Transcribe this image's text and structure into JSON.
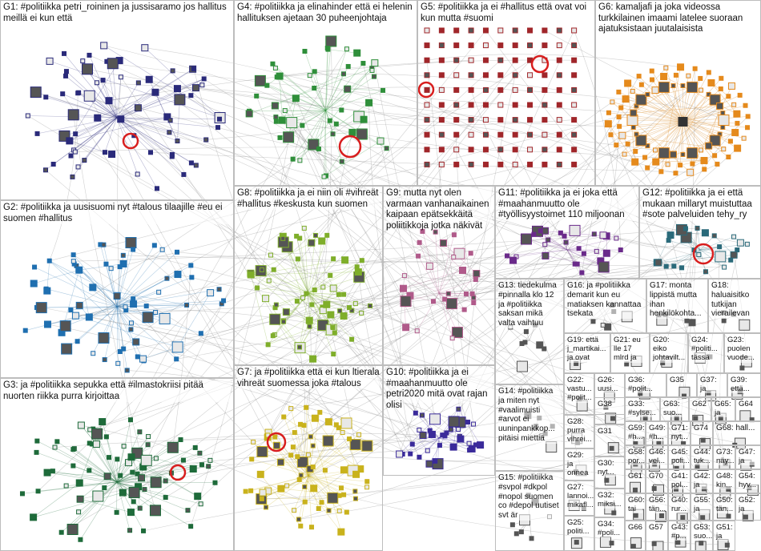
{
  "groups": [
    {
      "id": "G1",
      "label": "G1: #politiikka petri_roininen ja jussisaramo jos hallitus meillä ei kun että"
    },
    {
      "id": "G2",
      "label": "G2: #politiikka ja uusisuomi nyt #talous tilaajille #eu ei suomen #hallitus"
    },
    {
      "id": "G3",
      "label": "G3: ja #politiikka sepukka että #ilmastokriisi pitää nuorten riikka purra kirjoittaa"
    },
    {
      "id": "G4",
      "label": "G4: #politiikka ja elinahinder että ei helenin hallituksen ajetaan 30 puheenjohtaja"
    },
    {
      "id": "G5",
      "label": "G5: #politiikka ja ei #hallitus että ovat voi kun mutta #suomi"
    },
    {
      "id": "G6",
      "label": "G6: kamaljafi ja joka videossa turkkilainen imaami latelee suoraan ajatuksistaan juutalaisista"
    },
    {
      "id": "G7",
      "label": "G7: ja #politiikka että ei kun ltierala vihreät suomessa joka #talous"
    },
    {
      "id": "G8",
      "label": "G8: #politiikka ja ei niin oli #vihreät #hallitus #keskusta kun suomen"
    },
    {
      "id": "G9",
      "label": "G9: mutta nyt olen varmaan vanhanaikainen kaipaan epätsekkäitä poliitikkoja jotka näkivät"
    },
    {
      "id": "G10",
      "label": "G10: #politiikka ja ei #maahanmuutto ole petri2020 mitä ovat rajan olisi"
    },
    {
      "id": "G11",
      "label": "G11: #politiikka ja ei joka että #maahanmuutto ole #työllisyystoimet 110 miljoonan"
    },
    {
      "id": "G12",
      "label": "G12: #politiikka ja ei että mukaan millaryt muistuttaa #sote palveluiden tehy_ry"
    },
    {
      "id": "G13",
      "label": "G13: tiedekulma #pinnalla klo 12 ja #politiikka saksan mikä valta vaihtuu"
    },
    {
      "id": "G14",
      "label": "G14: #politiikka ja miten nyt #vaalimuisti #arvot ei uuninpankkop... pitäisi miettiä"
    },
    {
      "id": "G15",
      "label": "G15: #politiikka #svpol #dkpol #nopol suomen co #depol uutiset svt är"
    },
    {
      "id": "G16",
      "label": "G16: ja #politiikka demarit kun eu matiaksen kannattaa tsekata"
    },
    {
      "id": "G17",
      "label": "G17: monta lippistä mutta ihan henkilökohta..."
    },
    {
      "id": "G18",
      "label": "G18: haluaisitko tutkijan vierailevan"
    },
    {
      "id": "G19",
      "label": "G19: että j_martikai... ja ovat"
    },
    {
      "id": "G20",
      "label": "G20: eiko johtavilt..."
    },
    {
      "id": "G21",
      "label": "G21: eu lle 17 mlrd ja"
    },
    {
      "id": "G22",
      "label": "G22: vastu... #polit..."
    },
    {
      "id": "G23",
      "label": "G23: puolen vuode..."
    },
    {
      "id": "G24",
      "label": "G24: #politi... tässä"
    },
    {
      "id": "G25",
      "label": "G25: politi..."
    },
    {
      "id": "G26",
      "label": "G26: uusi..."
    },
    {
      "id": "G27",
      "label": "G27: lannoi... mikafl..."
    },
    {
      "id": "G28",
      "label": "G28: purra vihrei..."
    },
    {
      "id": "G29",
      "label": "G29: ja onnea"
    },
    {
      "id": "G30",
      "label": "G30: nyt..."
    },
    {
      "id": "G31",
      "label": "G31"
    },
    {
      "id": "G32",
      "label": "G32: miksi..."
    },
    {
      "id": "G33",
      "label": "G33: #sylse..."
    },
    {
      "id": "G34",
      "label": "G34: #poli..."
    },
    {
      "id": "G35",
      "label": "G35"
    },
    {
      "id": "G36",
      "label": "G36: #polit..."
    },
    {
      "id": "G37",
      "label": "G37: ja"
    },
    {
      "id": "G38",
      "label": "G38"
    },
    {
      "id": "G39",
      "label": "G39: että..."
    },
    {
      "id": "G40",
      "label": "G40: rur..."
    },
    {
      "id": "G41",
      "label": "G41: pol..."
    },
    {
      "id": "G42",
      "label": "G42: ja"
    },
    {
      "id": "G43",
      "label": "G43: #p..."
    },
    {
      "id": "G44",
      "label": "G44: tuk..."
    },
    {
      "id": "G45",
      "label": "G45: poli..."
    },
    {
      "id": "G46",
      "label": "G46: vel..."
    },
    {
      "id": "G47",
      "label": "G47: ja"
    },
    {
      "id": "G48",
      "label": "G48: kin..."
    },
    {
      "id": "G49",
      "label": "G49: #h..."
    },
    {
      "id": "G50",
      "label": "G50: tän..."
    },
    {
      "id": "G51",
      "label": "G51: ja"
    },
    {
      "id": "G52",
      "label": "G52: ja"
    },
    {
      "id": "G53",
      "label": "G53: suo..."
    },
    {
      "id": "G54",
      "label": "G54: hyv..."
    },
    {
      "id": "G55",
      "label": "G55: ja"
    },
    {
      "id": "G56",
      "label": "G56: tän..."
    },
    {
      "id": "G57",
      "label": "G57"
    },
    {
      "id": "G58",
      "label": "G58: por..."
    },
    {
      "id": "G59",
      "label": "G59: #h..."
    },
    {
      "id": "G60",
      "label": "G60: tai"
    },
    {
      "id": "G61",
      "label": "G61"
    },
    {
      "id": "G62",
      "label": "G62"
    },
    {
      "id": "G63",
      "label": "G63: suo..."
    },
    {
      "id": "G64",
      "label": "G64"
    },
    {
      "id": "G65",
      "label": "G65: ja"
    },
    {
      "id": "G66",
      "label": "G66"
    },
    {
      "id": "G68",
      "label": "G68: hall..."
    },
    {
      "id": "G70",
      "label": "G70"
    },
    {
      "id": "G71",
      "label": "G71: nyt..."
    },
    {
      "id": "G73",
      "label": "G73: näy..."
    },
    {
      "id": "G74",
      "label": "G74"
    }
  ],
  "colors": {
    "frame": "#bdbdbd",
    "edge": "#7a7a7a",
    "G1": "#2a2a7a",
    "G2": "#1f6fb0",
    "G3": "#1e6b3a",
    "G4": "#2f8f3a",
    "G5": "#a0262a",
    "G6": "#e58a1c",
    "G7": "#c9b21c",
    "G8": "#7fae2a",
    "G9": "#b05a8a",
    "G10": "#3a2a9a",
    "G11": "#6a2a8a",
    "G12": "#2a6a7a",
    "accent_red": "#d81e1e"
  }
}
